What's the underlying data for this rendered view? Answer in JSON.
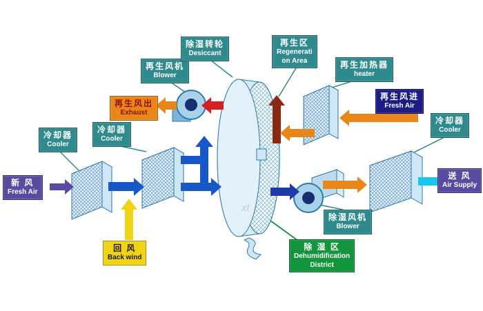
{
  "labels": {
    "fresh_air_in": {
      "zh": "新  风",
      "en": "Fresh Air"
    },
    "cooler1": {
      "zh": "冷却器",
      "en": "Cooler"
    },
    "cooler2": {
      "zh": "冷却器",
      "en": "Cooler"
    },
    "regen_blower": {
      "zh": "再生风机",
      "en": "Blower"
    },
    "regen_exhaust": {
      "zh": "再生风出",
      "en": "Exhaust"
    },
    "desiccant_wheel": {
      "zh": "除湿转轮",
      "en": "Desiccant"
    },
    "regen_area": {
      "zh": "再生区",
      "en_lines": [
        "Regenerati",
        "on Area"
      ]
    },
    "regen_heater": {
      "zh": "再生加热器",
      "en": "heater"
    },
    "regen_fresh_air": {
      "zh": "再生风进",
      "en": "Fresh Air"
    },
    "cooler3": {
      "zh": "冷却器",
      "en": "Cooler"
    },
    "air_supply": {
      "zh": "送  风",
      "en": "Air Supply"
    },
    "dehumid_blower": {
      "zh": "除湿风机",
      "en": "Blower"
    },
    "back_wind": {
      "zh": "回  风",
      "en": "Back wind"
    },
    "dehumid_district": {
      "zh": "除 湿 区",
      "en_lines": [
        "Dehumidification",
        "District"
      ]
    }
  },
  "watermark": "xt",
  "colors": {
    "label_teal": "#2e8a8c",
    "label_purple": "#5b4ba0",
    "label_navy": "#1c1c86",
    "label_orange": "#e8861a",
    "label_yellow": "#f0d413",
    "label_green": "#12953c",
    "arrow_blue": "#1857c8",
    "arrow_dark_blue": "#2038a8",
    "arrow_cyan": "#18c8ee",
    "arrow_orange": "#e8861a",
    "arrow_red": "#d42020",
    "arrow_maroon": "#8a2810",
    "arrow_yellow": "#f0d413",
    "arrow_purple": "#5b4ba0",
    "component_fill": "#d8ecf8",
    "component_stroke": "#2e7aa8"
  }
}
